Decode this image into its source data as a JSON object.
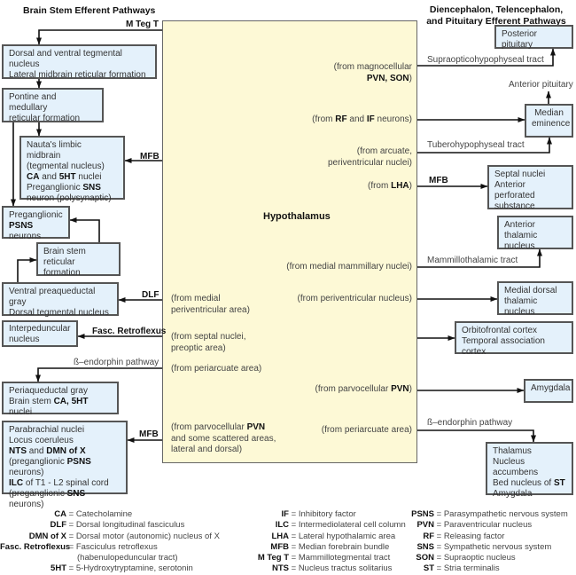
{
  "titles": {
    "left": "Brain Stem Efferent Pathways",
    "right_line1": "Diencephalon, Telencephalon,",
    "right_line2": "and Pituitary Efferent Pathways"
  },
  "colors": {
    "box_fill": "#e4f1fb",
    "hypothalamus_fill": "#fdf9d6",
    "border": "#555555",
    "arrow": "#111111"
  },
  "hypothalamus": {
    "label": "Hypothalamus",
    "right_sources": [
      [
        [
          [
            "(from magnocellular",
            0
          ]
        ],
        [
          [
            "PVN, SON",
            1
          ],
          [
            ")",
            0
          ]
        ]
      ],
      [
        [
          [
            "(from ",
            0
          ],
          [
            "RF",
            1
          ],
          [
            " and ",
            0
          ],
          [
            "IF",
            1
          ],
          [
            " neurons)",
            0
          ]
        ]
      ],
      [
        [
          [
            "(from arcuate,",
            0
          ]
        ],
        [
          [
            "periventricular nuclei)",
            0
          ]
        ]
      ],
      [
        [
          [
            "(from ",
            0
          ],
          [
            "LHA",
            1
          ],
          [
            ")",
            0
          ]
        ]
      ],
      [
        [
          [
            "(from medial mammillary nuclei)",
            0
          ]
        ]
      ],
      [
        [
          [
            "(from periventricular nucleus)",
            0
          ]
        ]
      ],
      [
        [
          [
            "(from parvocellular ",
            0
          ],
          [
            "PVN",
            1
          ],
          [
            ")",
            0
          ]
        ]
      ],
      [
        [
          [
            "(from periarcuate area)",
            0
          ]
        ]
      ]
    ],
    "left_sources": [
      [
        [
          [
            "(from medial",
            0
          ]
        ],
        [
          [
            "periventricular area)",
            0
          ]
        ]
      ],
      [
        [
          [
            "(from septal nuclei,",
            0
          ]
        ],
        [
          [
            "preoptic area)",
            0
          ]
        ]
      ],
      [
        [
          [
            "(from periarcuate area)",
            0
          ]
        ]
      ],
      [
        [
          [
            "(from parvocellular ",
            0
          ],
          [
            "PVN",
            1
          ]
        ],
        [
          [
            "and some scattered areas,",
            0
          ]
        ],
        [
          [
            "lateral and dorsal)",
            0
          ]
        ]
      ]
    ]
  },
  "left_boxes": [
    [
      [
        [
          "Dorsal and ventral tegmental nucleus",
          0
        ]
      ],
      [
        [
          "Lateral midbrain reticular formation",
          0
        ]
      ]
    ],
    [
      [
        [
          "Pontine and medullary",
          0
        ]
      ],
      [
        [
          "reticular formation",
          0
        ]
      ]
    ],
    [
      [
        [
          "Nauta's limbic midbrain",
          0
        ]
      ],
      [
        [
          "(tegmental nucleus)",
          0
        ]
      ],
      [
        [
          "CA",
          1
        ],
        [
          " and ",
          0
        ],
        [
          "5HT",
          1
        ],
        [
          " nuclei",
          0
        ]
      ],
      [
        [
          "Preganglionic ",
          0
        ],
        [
          "SNS",
          1
        ]
      ],
      [
        [
          "neuron (polysynaptic)",
          0
        ]
      ]
    ],
    [
      [
        [
          "Preganglionic",
          0
        ]
      ],
      [
        [
          "PSNS",
          1
        ],
        [
          " neurons",
          0
        ]
      ]
    ],
    [
      [
        [
          "Brain stem",
          0
        ]
      ],
      [
        [
          "reticular formation",
          0
        ]
      ]
    ],
    [
      [
        [
          "Ventral preaqueductal gray",
          0
        ]
      ],
      [
        [
          "Dorsal tegmental nucleus",
          0
        ]
      ]
    ],
    [
      [
        [
          "Interpeduncular",
          0
        ]
      ],
      [
        [
          "nucleus",
          0
        ]
      ]
    ],
    [
      [
        [
          "Periaqueductal gray",
          0
        ]
      ],
      [
        [
          "Brain stem ",
          0
        ],
        [
          "CA, 5HT",
          1
        ],
        [
          " nuclei",
          0
        ]
      ]
    ],
    [
      [
        [
          "Parabrachial nuclei",
          0
        ]
      ],
      [
        [
          "Locus coeruleus",
          0
        ]
      ],
      [
        [
          "NTS",
          1
        ],
        [
          " and ",
          0
        ],
        [
          "DMN of X",
          1
        ]
      ],
      [
        [
          "(preganglionic ",
          0
        ],
        [
          "PSNS",
          1
        ],
        [
          " neurons)",
          0
        ]
      ],
      [
        [
          "ILC",
          1
        ],
        [
          " of T1  - L2 spinal cord",
          0
        ]
      ],
      [
        [
          "(preganglionic ",
          0
        ],
        [
          "SNS",
          1
        ],
        [
          " neurons)",
          0
        ]
      ]
    ]
  ],
  "right_boxes": [
    [
      [
        [
          "Posterior pituitary",
          0
        ]
      ]
    ],
    [
      [
        [
          "Median",
          0
        ]
      ],
      [
        [
          "eminence",
          0
        ]
      ]
    ],
    [
      [
        [
          "Septal nuclei",
          0
        ]
      ],
      [
        [
          "Anterior perforated",
          0
        ]
      ],
      [
        [
          "substance",
          0
        ]
      ]
    ],
    [
      [
        [
          "Anterior",
          0
        ]
      ],
      [
        [
          "thalamic nucleus",
          0
        ]
      ]
    ],
    [
      [
        [
          "Medial dorsal",
          0
        ]
      ],
      [
        [
          "thalamic nucleus",
          0
        ]
      ]
    ],
    [
      [
        [
          "Orbitofrontal cortex",
          0
        ]
      ],
      [
        [
          "Temporal association cortex",
          0
        ]
      ]
    ],
    [
      [
        [
          "Amygdala",
          0
        ]
      ]
    ],
    [
      [
        [
          "Thalamus",
          0
        ]
      ],
      [
        [
          "Nucleus accumbens",
          0
        ]
      ],
      [
        [
          "Bed nucleus of ",
          0
        ],
        [
          "ST",
          1
        ]
      ],
      [
        [
          "Amygdala",
          0
        ]
      ]
    ]
  ],
  "pathway_labels": {
    "m_teg_t": "M Teg T",
    "mfb_left_upper": "MFB",
    "dlf": "DLF",
    "fasc_retroflexus": "Fasc. Retroflexus",
    "beta_endorphin_left": "ß–endorphin pathway",
    "mfb_left_lower": "MFB",
    "supraopticohypophyseal": "Supraopticohypophyseal tract",
    "anterior_pituitary": "Anterior pituitary",
    "tuberohypophyseal": "Tuberohypophyseal tract",
    "mfb_right": "MFB",
    "mammillothalamic": "Mammillothalamic tract",
    "beta_endorphin_right": "ß–endorphin pathway"
  },
  "legend": [
    [
      {
        "abbr": "CA",
        "def": "Catecholamine"
      },
      {
        "abbr": "DLF",
        "def": "Dorsal longitudinal fasciculus"
      },
      {
        "abbr": "DMN of X",
        "def": "Dorsal motor (autonomic) nucleus of X"
      },
      {
        "abbr": "Fasc. Retroflexus",
        "def": "Fasciculus retroflexus",
        "def2": "(habenulopeduncular tract)"
      },
      {
        "abbr": "5HT",
        "def": "5-Hydroxytryptamine, serotonin"
      }
    ],
    [
      {
        "abbr": "IF",
        "def": "Inhibitory factor"
      },
      {
        "abbr": "ILC",
        "def": "Intermediolateral cell column"
      },
      {
        "abbr": "LHA",
        "def": "Lateral hypothalamic area"
      },
      {
        "abbr": "MFB",
        "def": "Median forebrain bundle"
      },
      {
        "abbr": "M Teg T",
        "def": "Mammillotegmental tract"
      },
      {
        "abbr": "NTS",
        "def": "Nucleus tractus solitarius"
      }
    ],
    [
      {
        "abbr": "PSNS",
        "def": "Parasympathetic nervous system"
      },
      {
        "abbr": "PVN",
        "def": "Paraventricular nucleus"
      },
      {
        "abbr": "RF",
        "def": "Releasing factor"
      },
      {
        "abbr": "SNS",
        "def": "Sympathetic nervous system"
      },
      {
        "abbr": "SON",
        "def": "Supraoptic nucleus"
      },
      {
        "abbr": "ST",
        "def": "Stria terminalis"
      }
    ]
  ]
}
